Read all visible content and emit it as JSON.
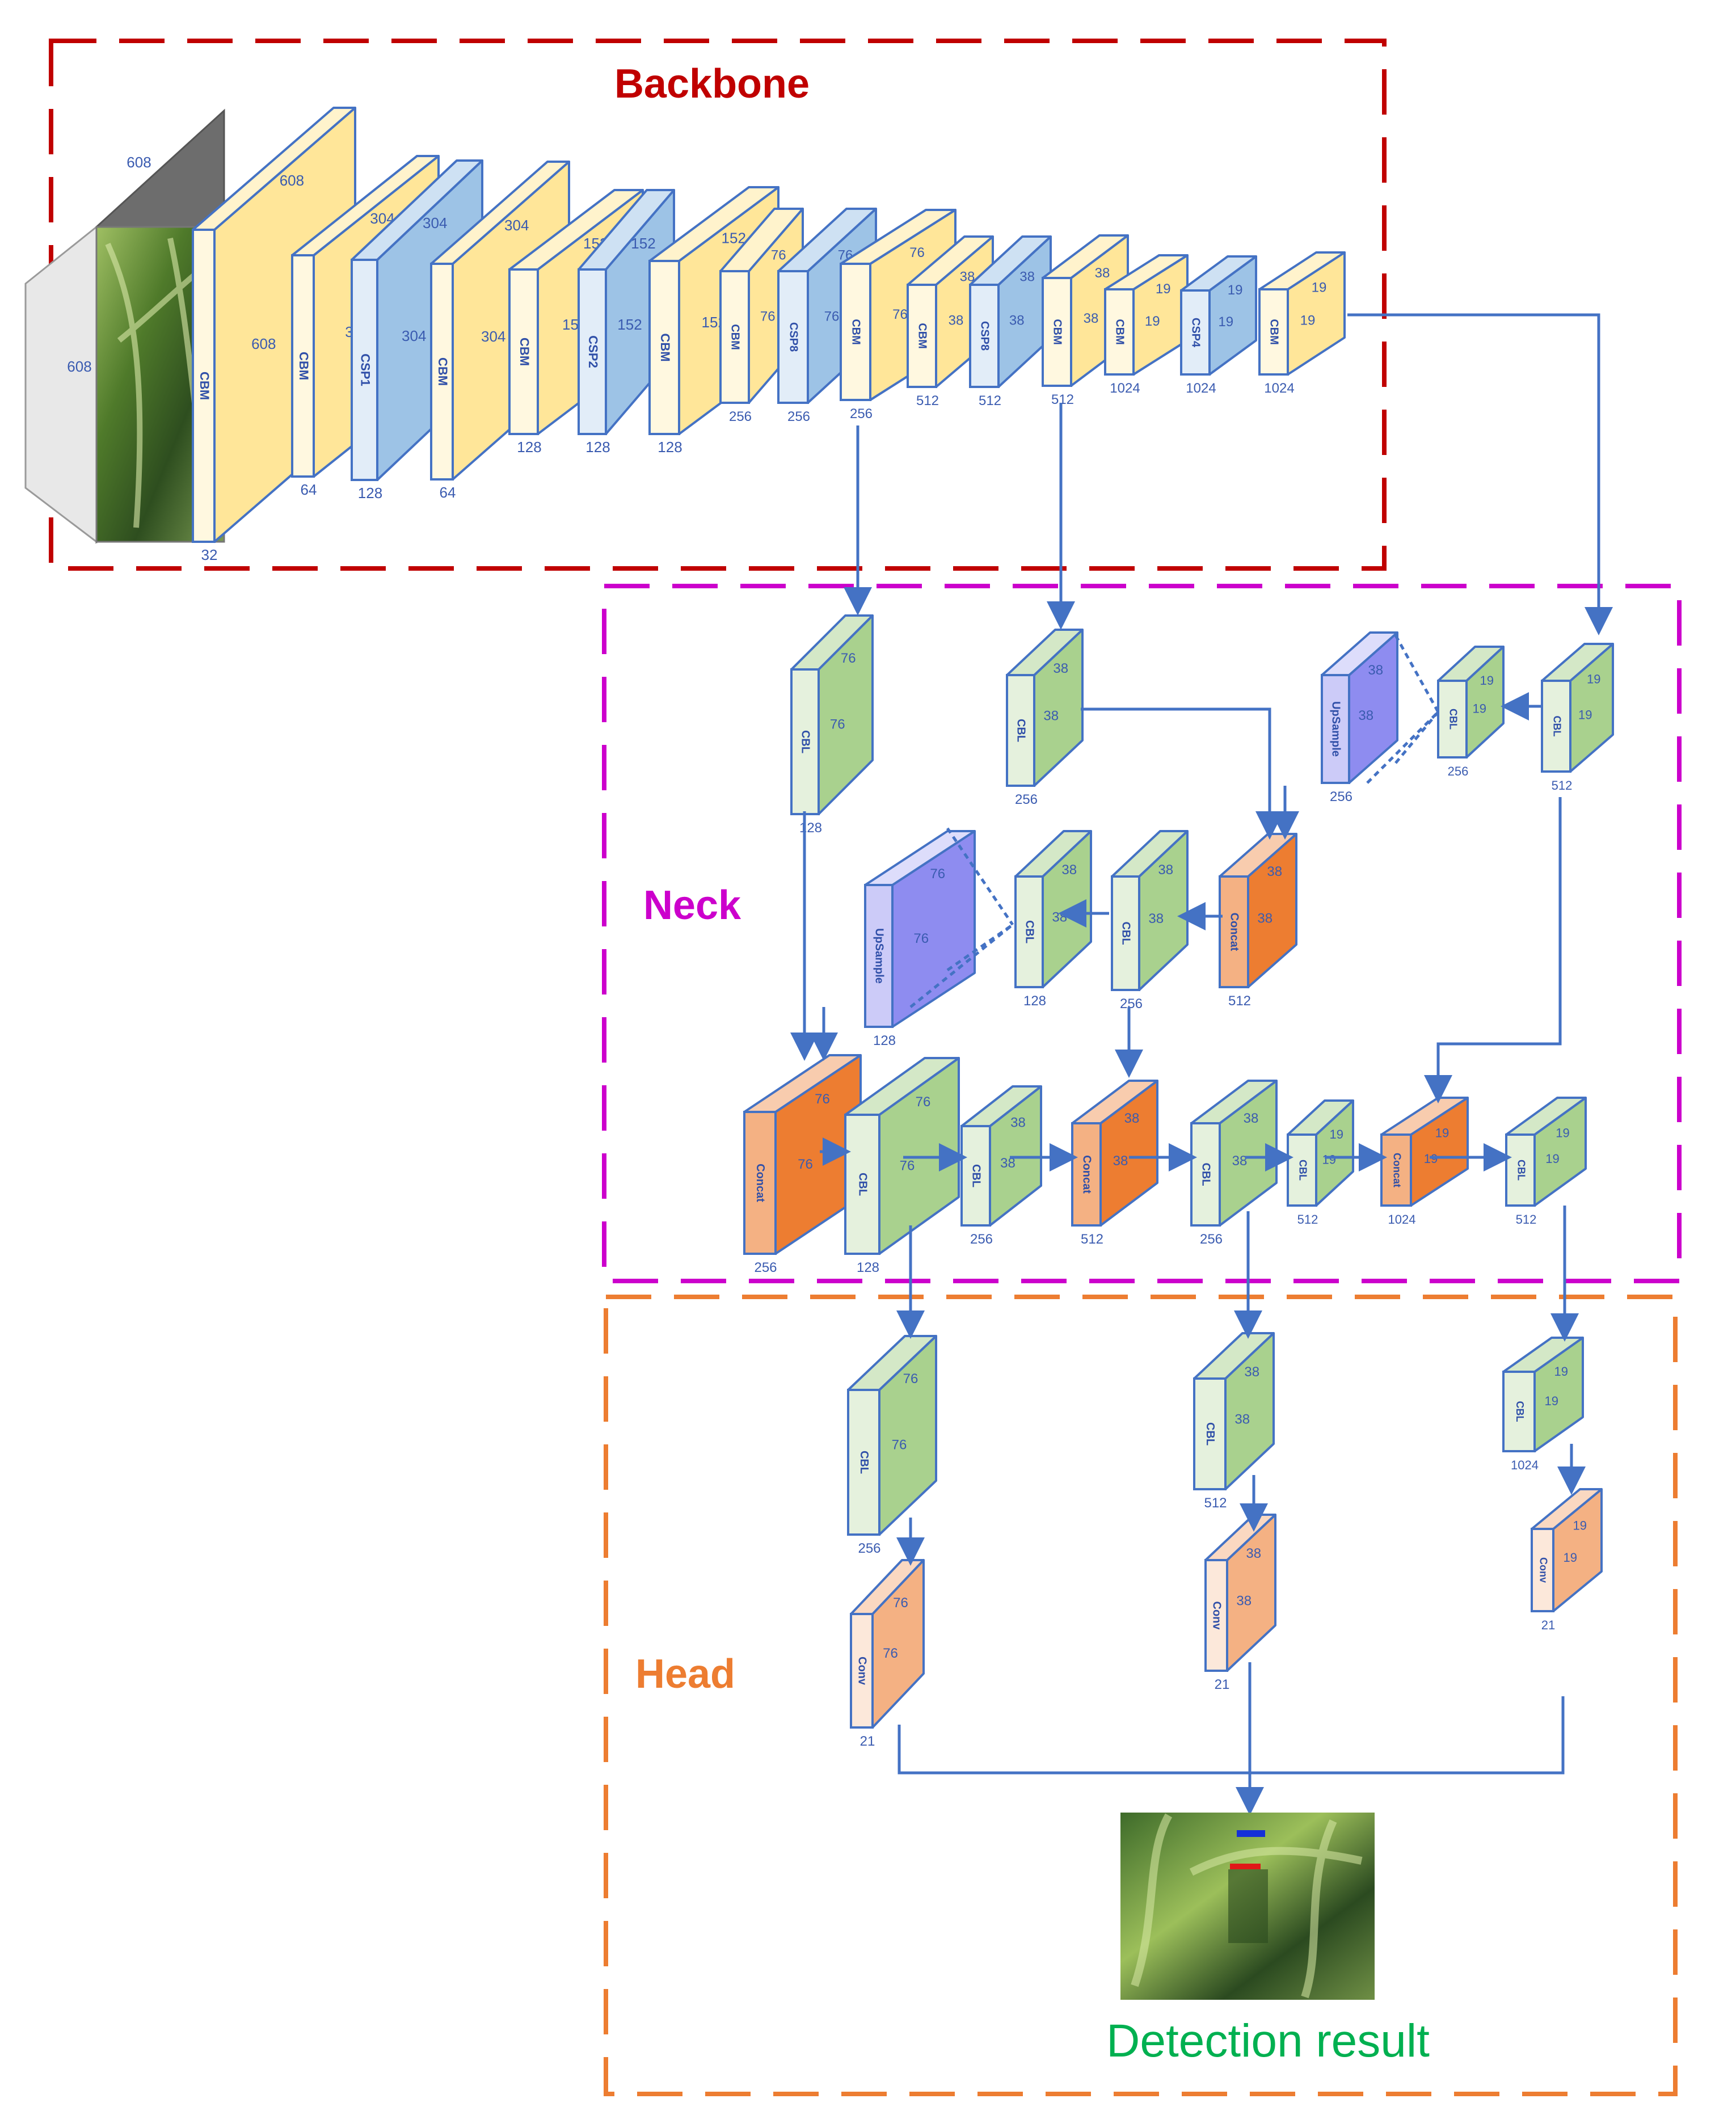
{
  "sections": {
    "backbone": {
      "title": "Backbone",
      "color": "#c00000"
    },
    "neck": {
      "title": "Neck",
      "color": "#cc00cc"
    },
    "head": {
      "title": "Head",
      "color": "#ed7d31"
    }
  },
  "result": {
    "title": "Detection result",
    "color": "#00b050"
  },
  "colors": {
    "stroke": "#4472c4",
    "yellow": "#ffe699",
    "lightblue": "#9dc3e6",
    "green": "#a9d18e",
    "orange": "#f4b183",
    "deep_orange": "#ed7d31",
    "purple": "#8e8cf0"
  },
  "input_image": {
    "width_label": "608",
    "height_label": "608"
  },
  "blocks": [
    {
      "id": "b1",
      "label": "CBM",
      "c1": "608",
      "c2": "608",
      "bottom": "32"
    },
    {
      "id": "b2",
      "label": "CBM",
      "c1": "304",
      "c2": "304",
      "bottom": "64"
    },
    {
      "id": "b3",
      "label": "CSP1",
      "c1": "304",
      "c2": "304",
      "bottom": "128"
    },
    {
      "id": "b4",
      "label": "CBM",
      "c1": "304",
      "c2": "304",
      "bottom": "64"
    },
    {
      "id": "b5",
      "label": "CBM",
      "c1": "152",
      "c2": "152",
      "bottom": "128"
    },
    {
      "id": "b6",
      "label": "CSP2",
      "c1": "152",
      "c2": "152",
      "bottom": "128"
    },
    {
      "id": "b7",
      "label": "CBM",
      "c1": "152",
      "c2": "152",
      "bottom": "128"
    },
    {
      "id": "b8",
      "label": "CBM",
      "c1": "76",
      "c2": "76",
      "bottom": "256"
    },
    {
      "id": "b9",
      "label": "CSP8",
      "c1": "76",
      "c2": "76",
      "bottom": "256"
    },
    {
      "id": "b10",
      "label": "CBM",
      "c1": "76",
      "c2": "76",
      "bottom": "256"
    },
    {
      "id": "b11",
      "label": "CBM",
      "c1": "38",
      "c2": "38",
      "bottom": "512"
    },
    {
      "id": "b12",
      "label": "CSP8",
      "c1": "38",
      "c2": "38",
      "bottom": "512"
    },
    {
      "id": "b13",
      "label": "CBM",
      "c1": "38",
      "c2": "38",
      "bottom": "512"
    },
    {
      "id": "b14",
      "label": "CBM",
      "c1": "19",
      "c2": "19",
      "bottom": "1024"
    },
    {
      "id": "b15",
      "label": "CSP4",
      "c1": "19",
      "c2": "19",
      "bottom": "1024"
    },
    {
      "id": "b16",
      "label": "CBM",
      "c1": "19",
      "c2": "19",
      "bottom": "1024"
    },
    {
      "id": "n1",
      "label": "CBL",
      "c1": "76",
      "c2": "76",
      "bottom": "128"
    },
    {
      "id": "n2",
      "label": "CBL",
      "c1": "38",
      "c2": "38",
      "bottom": "256"
    },
    {
      "id": "n3",
      "label": "UpSample",
      "c1": "38",
      "c2": "38",
      "bottom": "256"
    },
    {
      "id": "n4",
      "label": "CBL",
      "c1": "19",
      "c2": "19",
      "bottom": "256"
    },
    {
      "id": "n5",
      "label": "CBL",
      "c1": "19",
      "c2": "19",
      "bottom": "512"
    },
    {
      "id": "n6",
      "label": "UpSample",
      "c1": "76",
      "c2": "76",
      "bottom": "128"
    },
    {
      "id": "n7",
      "label": "CBL",
      "c1": "38",
      "c2": "38",
      "bottom": "128"
    },
    {
      "id": "n8",
      "label": "CBL",
      "c1": "38",
      "c2": "38",
      "bottom": "256"
    },
    {
      "id": "n9",
      "label": "Concat",
      "c1": "38",
      "c2": "38",
      "bottom": "512"
    },
    {
      "id": "n10",
      "label": "Concat",
      "c1": "76",
      "c2": "76",
      "bottom": "256"
    },
    {
      "id": "n11",
      "label": "CBL",
      "c1": "76",
      "c2": "76",
      "bottom": "128"
    },
    {
      "id": "n12",
      "label": "CBL",
      "c1": "38",
      "c2": "38",
      "bottom": "256"
    },
    {
      "id": "n13",
      "label": "Concat",
      "c1": "38",
      "c2": "38",
      "bottom": "512"
    },
    {
      "id": "n14",
      "label": "CBL",
      "c1": "38",
      "c2": "38",
      "bottom": "256"
    },
    {
      "id": "n15",
      "label": "CBL",
      "c1": "19",
      "c2": "19",
      "bottom": "512"
    },
    {
      "id": "n16",
      "label": "Concat",
      "c1": "19",
      "c2": "19",
      "bottom": "1024"
    },
    {
      "id": "n17",
      "label": "CBL",
      "c1": "19",
      "c2": "19",
      "bottom": "512"
    },
    {
      "id": "h1",
      "label": "CBL",
      "c1": "76",
      "c2": "76",
      "bottom": "256"
    },
    {
      "id": "h2",
      "label": "CBL",
      "c1": "38",
      "c2": "38",
      "bottom": "512"
    },
    {
      "id": "h3",
      "label": "CBL",
      "c1": "19",
      "c2": "19",
      "bottom": "1024"
    },
    {
      "id": "h4",
      "label": "Conv",
      "c1": "76",
      "c2": "76",
      "bottom": "21"
    },
    {
      "id": "h5",
      "label": "Conv",
      "c1": "38",
      "c2": "38",
      "bottom": "21"
    },
    {
      "id": "h6",
      "label": "Conv",
      "c1": "19",
      "c2": "19",
      "bottom": "21"
    }
  ]
}
